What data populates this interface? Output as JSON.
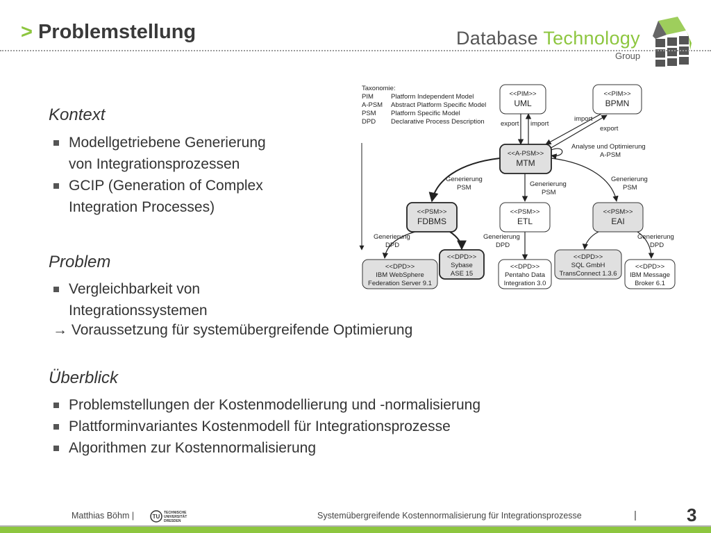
{
  "header": {
    "marker": ">",
    "title": "Problemstellung",
    "logo_database": "Database",
    "logo_technology": "Technology",
    "logo_group": "Group"
  },
  "kontext": {
    "heading": "Kontext",
    "bullets": [
      {
        "line1": "Modellgetriebene Generierung",
        "line2": "von Integrationsprozessen"
      },
      {
        "line1": "GCIP (Generation of Complex",
        "line2": "Integration Processes)"
      }
    ]
  },
  "problem": {
    "heading": "Problem",
    "bullet": {
      "line1": "Vergleichbarkeit von",
      "line2": "Integrationssystemen"
    },
    "arrow": "→",
    "consequence": "Voraussetzung für systemübergreifende Optimierung"
  },
  "ueberblick": {
    "heading": "Überblick",
    "bullets": [
      "Problemstellungen der Kostenmodellierung und -normalisierung",
      "Plattforminvariantes Kostenmodell für Integrationsprozesse",
      "Algorithmen zur Kostennormalisierung"
    ]
  },
  "diagram": {
    "taxonomy": {
      "title": "Taxonomie:",
      "rows": [
        {
          "abbr": "PIM",
          "desc": "Platform Independent Model"
        },
        {
          "abbr": "A-PSM",
          "desc": "Abstract Platform Specific Model"
        },
        {
          "abbr": "PSM",
          "desc": "Platform Specific Model"
        },
        {
          "abbr": "DPD",
          "desc": "Declarative Process Description"
        }
      ]
    },
    "nodes": {
      "uml": {
        "stereo": "<<PIM>>",
        "name": "UML"
      },
      "bpmn": {
        "stereo": "<<PIM>>",
        "name": "BPMN"
      },
      "mtm": {
        "stereo": "<<A-PSM>>",
        "name": "MTM"
      },
      "fdbms": {
        "stereo": "<<PSM>>",
        "name": "FDBMS"
      },
      "etl": {
        "stereo": "<<PSM>>",
        "name": "ETL"
      },
      "eai": {
        "stereo": "<<PSM>>",
        "name": "EAI"
      },
      "ibm_ws": {
        "stereo": "<<DPD>>",
        "line1": "IBM WebSphere",
        "line2": "Federation Server 9.1"
      },
      "sybase": {
        "stereo": "<<DPD>>",
        "line1": "Sybase",
        "line2": "ASE 15"
      },
      "pentaho": {
        "stereo": "<<DPD>>",
        "line1": "Pentaho Data",
        "line2": "Integration 3.0"
      },
      "sql_gmbh": {
        "stereo": "<<DPD>>",
        "line1": "SQL GmbH",
        "line2": "TransConnect 1.3.6"
      },
      "ibm_mb": {
        "stereo": "<<DPD>>",
        "line1": "IBM Message",
        "line2": "Broker 6.1"
      }
    },
    "labels": {
      "export_uml": "export",
      "import_uml": "import",
      "import_bpmn": "import",
      "export_bpmn": "export",
      "analysis1": "Analyse und Optimierung",
      "analysis2": "A-PSM",
      "gen": "Generierung",
      "psm": "PSM",
      "dpd": "DPD"
    }
  },
  "footer": {
    "author": "Matthias Böhm |",
    "tu1": "TECHNISCHE",
    "tu2": "UNIVERSITÄT",
    "tu3": "DRESDEN",
    "title": "Systemübergreifende Kostennormalisierung für Integrationsprozesse",
    "sep": "|",
    "page": "3"
  }
}
